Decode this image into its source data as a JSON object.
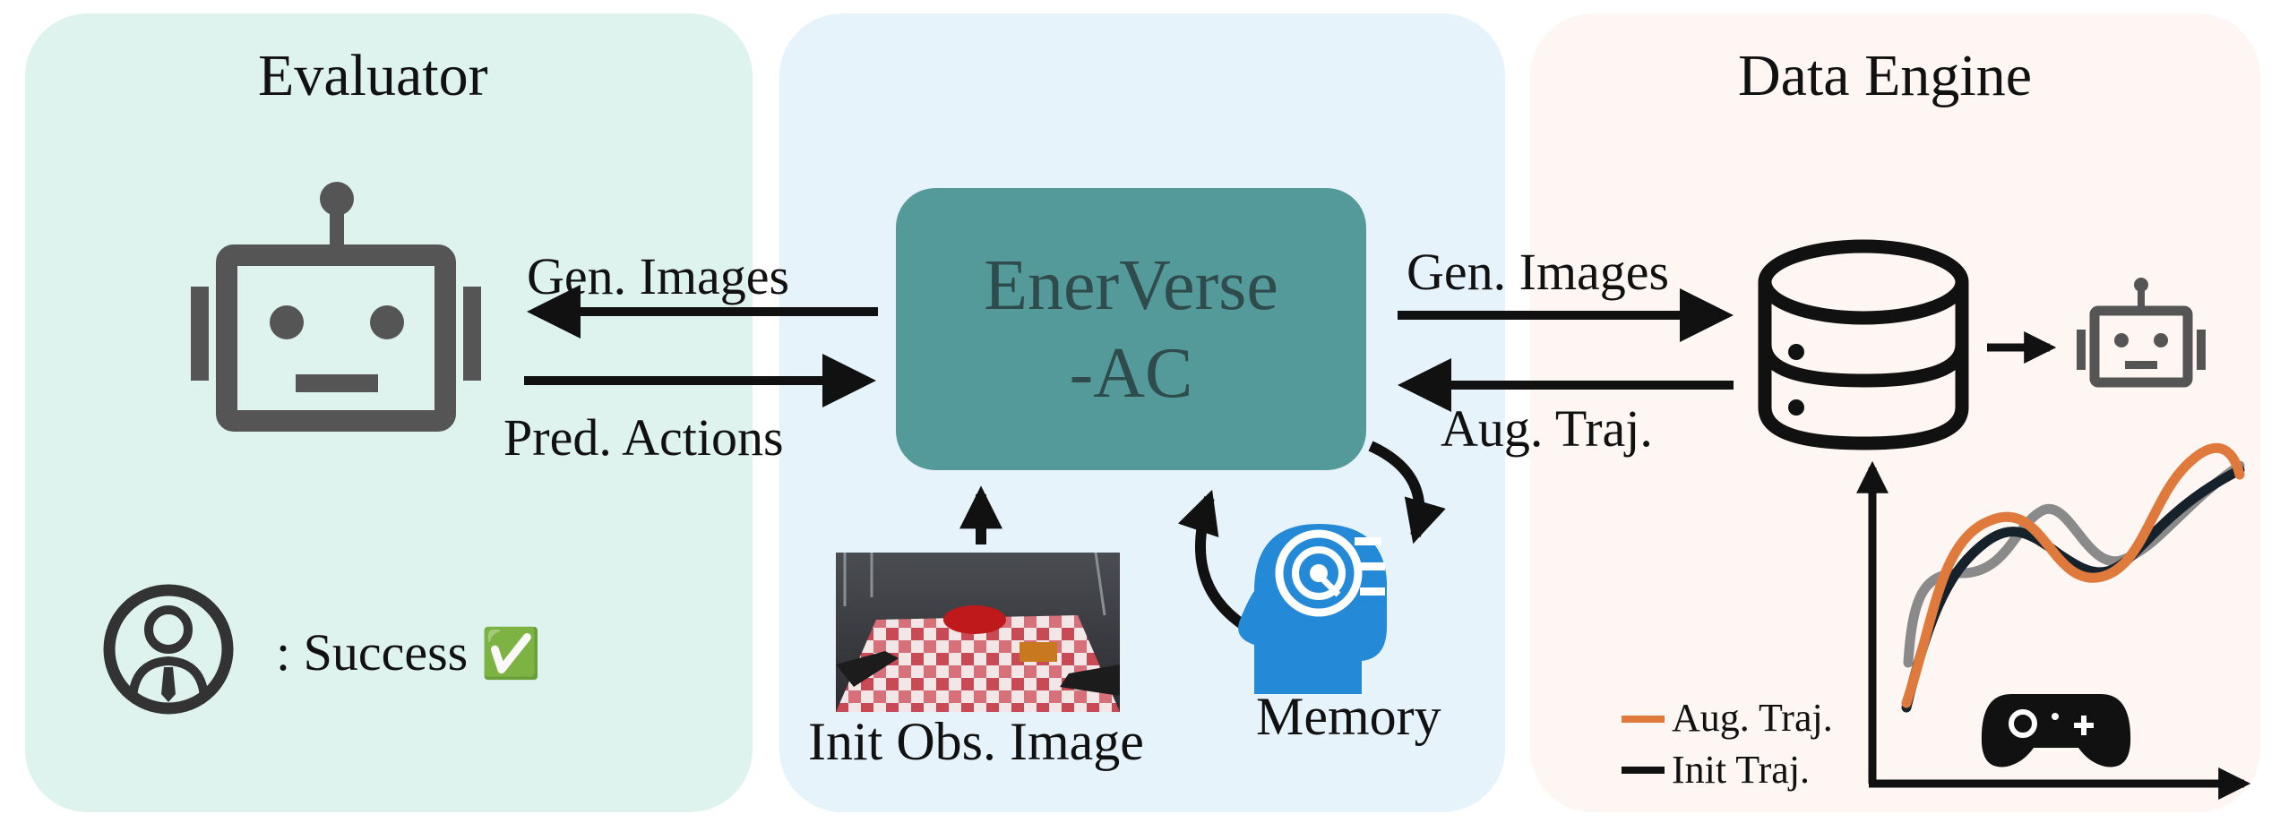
{
  "evaluator": {
    "title": "Evaluator",
    "success_text": ": Success",
    "success_mark": "✅",
    "icons": [
      "robot-icon",
      "human-evaluator-icon"
    ]
  },
  "core": {
    "title_line1": "EnerVerse",
    "title_line2": "-AC",
    "color": "#559a9b"
  },
  "arrows_left": {
    "gen_images": "Gen. Images",
    "pred_actions": "Pred. Actions"
  },
  "init_image": {
    "caption": "Init Obs. Image"
  },
  "memory": {
    "label": "Memory",
    "icon": "brain-memory-icon",
    "color": "#2489d6"
  },
  "arrows_right": {
    "gen_images": "Gen. Images",
    "aug_traj": "Aug. Traj."
  },
  "data_engine": {
    "title": "Data Engine",
    "icons": [
      "database-icon",
      "robot-icon",
      "gamepad-icon"
    ],
    "legend": [
      {
        "label": "Aug. Traj.",
        "color": "#e07a3c"
      },
      {
        "label": "Init Traj.",
        "color": "#111111"
      }
    ]
  },
  "colors": {
    "evaluator_panel": "#def2ee",
    "core_panel": "#e6f3fb",
    "data_panel": "#fdf6f2",
    "robot": "#555555",
    "aug_curve": "#e07a3c",
    "init_curve": "#15212b",
    "third_curve": "#8a8a8a"
  }
}
